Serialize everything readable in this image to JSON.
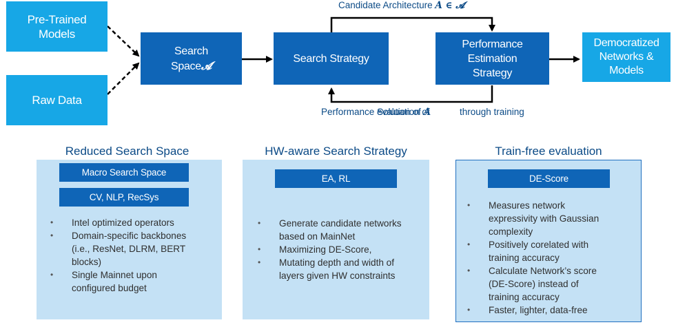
{
  "flow": {
    "pretrained": [
      "Pre-Trained",
      "Models"
    ],
    "rawdata": "Raw Data",
    "search_space": [
      "Search",
      "Space"
    ],
    "search_space_symbol": "𝓐",
    "search_strategy": "Search Strategy",
    "performance": [
      "Performance",
      "Estimation",
      "Strategy"
    ],
    "democratized": [
      "Democratized",
      "Networks &",
      "Models"
    ],
    "top_caption": "Candidate Architecture",
    "top_caption_math": "𝑨 ∈ 𝓐",
    "bottom_caption_a": "Performance evaluation of",
    "bottom_caption_b": "Solution of",
    "bottom_caption_math": "𝑨",
    "bottom_caption_c": "through training"
  },
  "panels": {
    "reduced": {
      "title": "Reduced Search Space",
      "tags": [
        "Macro Search Space",
        "CV, NLP, RecSys"
      ],
      "bullets": [
        [
          "Intel optimized operators"
        ],
        [
          "Domain-specific backbones",
          "(i.e., ResNet, DLRM, BERT",
          "blocks)"
        ],
        [
          "Single Mainnet upon",
          "configured budget"
        ]
      ]
    },
    "hwaware": {
      "title": "HW-aware Search Strategy",
      "tags": [
        "EA, RL"
      ],
      "bullets": [
        [
          "Generate candidate networks",
          "based on MainNet"
        ],
        [
          "Maximizing DE-Score,"
        ],
        [
          "Mutating depth and width of",
          "layers given HW constraints"
        ]
      ]
    },
    "trainfree": {
      "title": "Train-free evaluation",
      "tags": [
        "DE-Score"
      ],
      "bullets": [
        [
          "Measures network",
          "expressivity with Gaussian",
          "complexity"
        ],
        [
          "Positively corelated with",
          "training accuracy"
        ],
        [
          "Calculate Network’s score",
          "(DE-Score) instead of",
          "training accuracy"
        ],
        [
          "Faster, lighter, data-free"
        ]
      ]
    }
  },
  "colors": {
    "light_box": "#17a7e6",
    "dark_box": "#0f65b7",
    "panel_bg": "#c4e1f5",
    "text_blue": "#0b4a86"
  }
}
